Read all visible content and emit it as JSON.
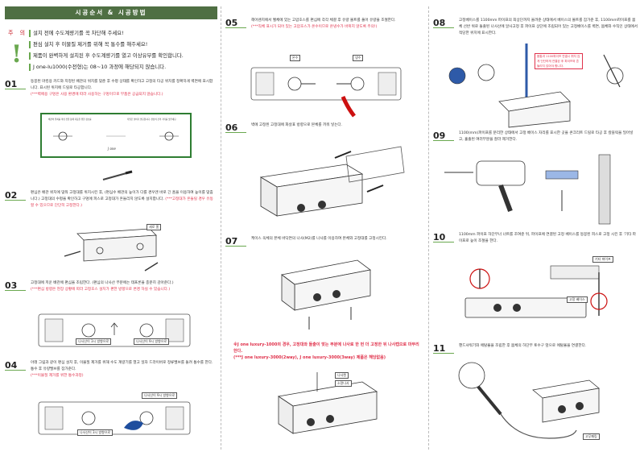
{
  "header": {
    "title": "시공순서 & 시공방법"
  },
  "caution": {
    "label": "주 의",
    "lines": [
      "설치 전에 수도계량기를 꼭 차단해 주세요!",
      "편심 설치 후 이물질 제거를 위해 꼭 통수를 해주세요!",
      "제품이 완벽하게 설치된 후 수도계량기를 열고 이상유무를 확인합니다.",
      "J one-lu1000(수전형)는 08~10 과정에 해당되지 않습니다."
    ]
  },
  "steps": {
    "s01": {
      "num": "01",
      "text": "동봉된 마킹용 카드와 지정된 배관의 위치를 맞춘 후 수평 상태를 확인하고 고정의 타공 위치를 정확하게 벽면에 표시합니다. 표시된 위치에 드릴로 타공합니다.",
      "note": "(***벽에용 구멍은 사용 환경에 따라 사용하는 구멍이므로 부품은 공급되지 않습니다.)"
    },
    "s02": {
      "num": "02",
      "text": "편심은 배관 위치에 맞춰 고정대를 위치시킨 후, (편심수 배관의 높이가 다를 경우엔 바로 긴 홈을 이용하여 높이를 맞춥니다.) 고정대의 수평을 확인하고 구멍에 피스로 고정대가 흔들리지 않도록 설치합니다.",
      "note": "(***고정대가 흔들릴 경우 유동할 수 있으므로 단단히 고정한다.)",
      "label": "세로 홈"
    },
    "s03": {
      "num": "03",
      "text": "고정대에 끼운 배관에 편심을 조립한다. (편심의 나사산 부분에는 테프론을 충분히 감아준다.)",
      "note": "(***편심 방향은 현장 상황에 따라 고정호스 설치가 편한 방향으로 변경 하실 수 있습니다.)",
      "label_left": "나사산이 3시 방향으로",
      "label_right": "나사산이 9시 방향으로"
    },
    "s04": {
      "num": "04",
      "text": "아래 그림과 같이 편심 설치 후, 이물질 제거를 위해 수도 계량기를 열고 일자 드라이버로 정류밸브를 돌려 통수를 한다. 통수 후 유량밸브를 잠가준다.",
      "note": "(***이물질 제거를 위한 통수과정)",
      "label_left": "나사산이 3시 방향으로",
      "label_right": "나사산이 9시 방향으로"
    },
    "s05": {
      "num": "05",
      "text": "헤어렌치에서 벨체에 있는 고압호스를 편심에 각각 체결 후 유량 볼트를 풀어 유량을 조절한다.",
      "note": "(***직체 표시가 되어 있는 고압호스가 온수이므로 온냉수가 바뀌지 않도록 주의!)",
      "label_hot": "온수",
      "label_cold": "냉수"
    },
    "s06": {
      "num": "06",
      "text": "벽에 고정된 고정대에 화살표 방향으로 본체를 끼워 넣는다."
    },
    "s07": {
      "num": "07",
      "text": "케이스 옥체의 본체 바닥면의 나사(M2)를 나사를 이용하여 본체와 고정대를 고정시킨다."
    },
    "s07_note": {
      "line1": "※J one luxury-1000의 경우, 고정대와 돌출이 맞는 부분에 나사로 한 번 더 고정한 뒤 나사캡으로 마무리 한다.",
      "line2": "(***J one luxury-3000(2way), J one luxury-3000(3way) 제품은 해당없음)",
      "label_screw": "나사렌",
      "label_cap": "소량나사"
    },
    "s08": {
      "num": "08",
      "text": "고정베이스를 1100mm 파이프의 최상단까지 올려준 상태에서 베이스의 볼트를 잠가준 후, 1100mm파이프를 몸체 선반 위로 돌출된 나사산에 알사고정 후 파이프 상단에 조립되어 있는 고정베이스를 벽면, 몸체와 수직인 상태에서 적당한 위치에 표시한다.",
      "note_box": "몸통과 1100파이프 연결시 튀지 않게 단단하게 연결된 후 파이프와 흔들리지 않아야 합니다."
    },
    "s09": {
      "num": "09",
      "text": "1100(mm)파이프를 분리한 상태에서 고정 베이스 자리를 표시한 곳을 콘크리트 드릴로 타공 후 칼블럭을 밀어넣고, 홀출된 여러부분을 잘라 제거한다."
    },
    "s10": {
      "num": "10",
      "text": "1100mm 파이프 하단무너 너트를 조여준 뒤, 파이프에 연결된 고정 베이스를 동봉된 피스로 고정 시킨 후 '기타 파이프로 높이 조절을 한다.",
      "label_pipe": "기타 파이프",
      "label_base": "고정 베이스"
    },
    "s11": {
      "num": "11",
      "text": "핸드샤워기와 에탈율을 조립한 후 몸체의 하단부 토수구 앞으로 에탈율을 연결한다.",
      "label_bottom": "고무패킹"
    }
  },
  "marking_card": {
    "title": "배관의 위치를 마킹 전을 통해 자동을 위한 정보를",
    "right_title": "타일은 설비가 필요합니다. 편심의 간격 거리를 맞추세요.",
    "logo": "J one"
  },
  "colors": {
    "accent": "#6aa84f",
    "header": "#4f6f43",
    "note": "#e0314b"
  }
}
